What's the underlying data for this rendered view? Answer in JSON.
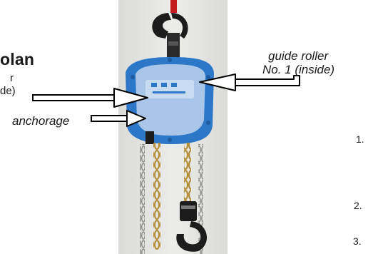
{
  "labels": {
    "title_fragment": "olan",
    "text_line_1": "r",
    "text_line_2": "de)",
    "anchorage": "anchorage",
    "guide_roller_line1": "guide roller",
    "guide_roller_line2": "No. 1 (inside)"
  },
  "list_numbers": [
    "1.",
    "2.",
    "3."
  ],
  "colors": {
    "hoist_body": "#2c77c8",
    "hoist_face": "#a9c6e8",
    "chain": "#b38f3c",
    "hook": "#1c1c1c",
    "top_chain_red": "#c41d1d",
    "photo_background": "#e4e4e2"
  }
}
